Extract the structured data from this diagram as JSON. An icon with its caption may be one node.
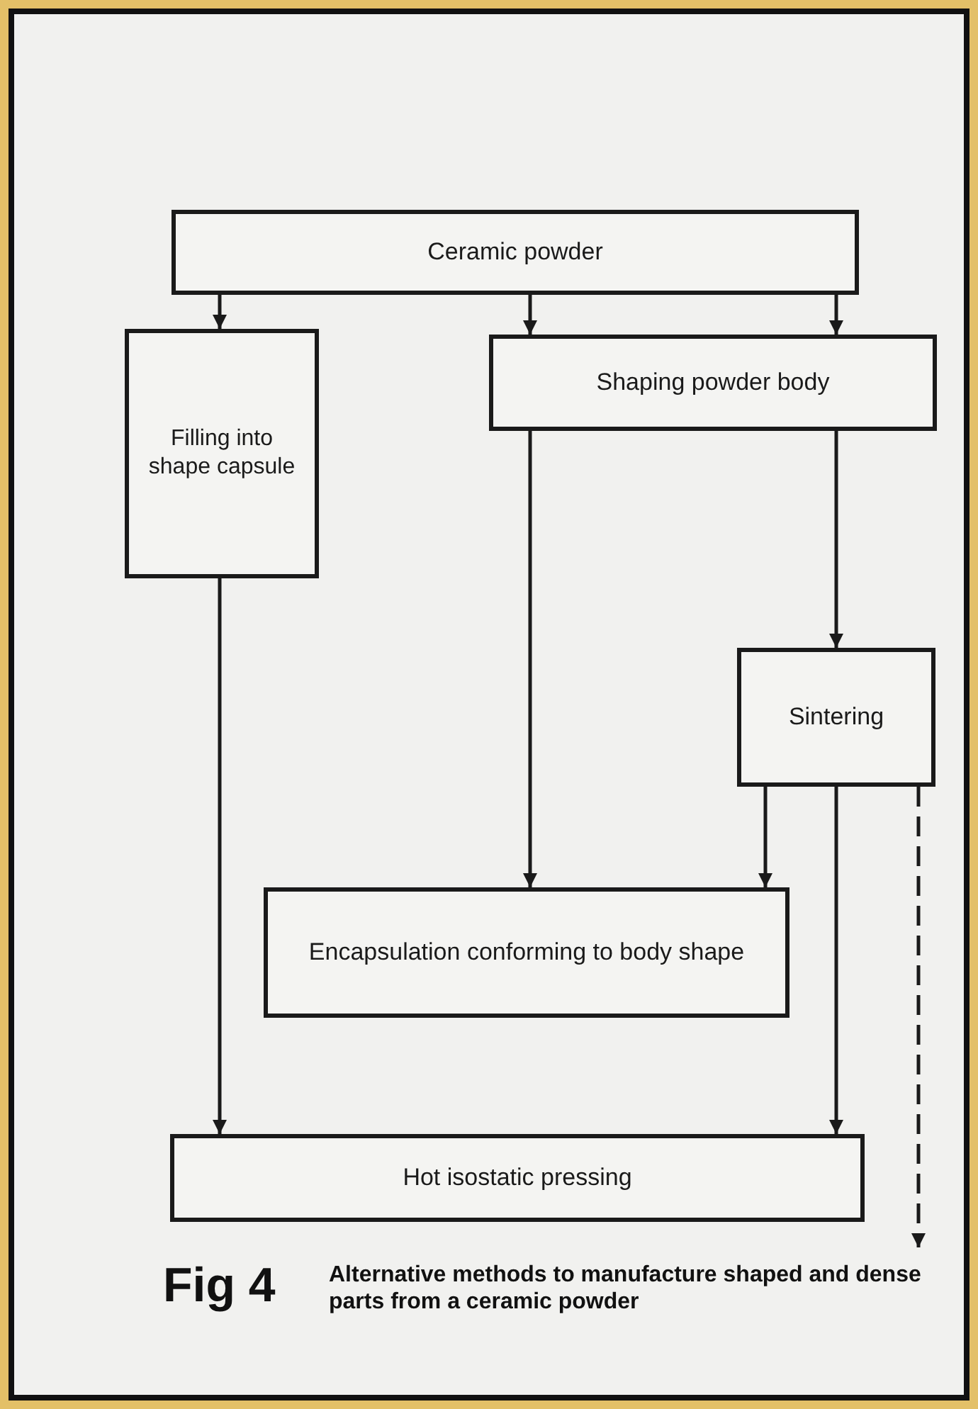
{
  "diagram": {
    "caption": "Alternative methods to manufacture shaped and dense parts from a ceramic powder",
    "nodes": [
      {
        "text": [
          "Ceramic powder"
        ]
      },
      {
        "text": [
          "Filling into shape capsule"
        ]
      },
      {
        "text": [
          "Shaping powder body"
        ]
      },
      {
        "text": [
          "Sintering"
        ]
      },
      {
        "text": [
          "Encapsulation conforming to body shape"
        ]
      },
      {
        "text": [
          "Hot isostatic pressing"
        ]
      }
    ],
    "edges": [
      {
        "from": 0,
        "to": 1,
        "arrow": "to"
      },
      {
        "from": 0,
        "to": 2,
        "arrow": "to"
      },
      {
        "from": 0,
        "to": 2,
        "arrow": "to"
      },
      {
        "from": 1,
        "to": 5,
        "arrow": "to"
      },
      {
        "from": 2,
        "to": 4,
        "arrow": "to"
      },
      {
        "from": 2,
        "to": 3,
        "arrow": "to"
      },
      {
        "from": 3,
        "to": 4,
        "arrow": "to"
      },
      {
        "from": 3,
        "to": 5,
        "arrow": "to"
      },
      {
        "from": 3,
        "to": null,
        "arrow": "to",
        "style": "dashed"
      }
    ],
    "labels": [
      "Fig 4"
    ]
  }
}
